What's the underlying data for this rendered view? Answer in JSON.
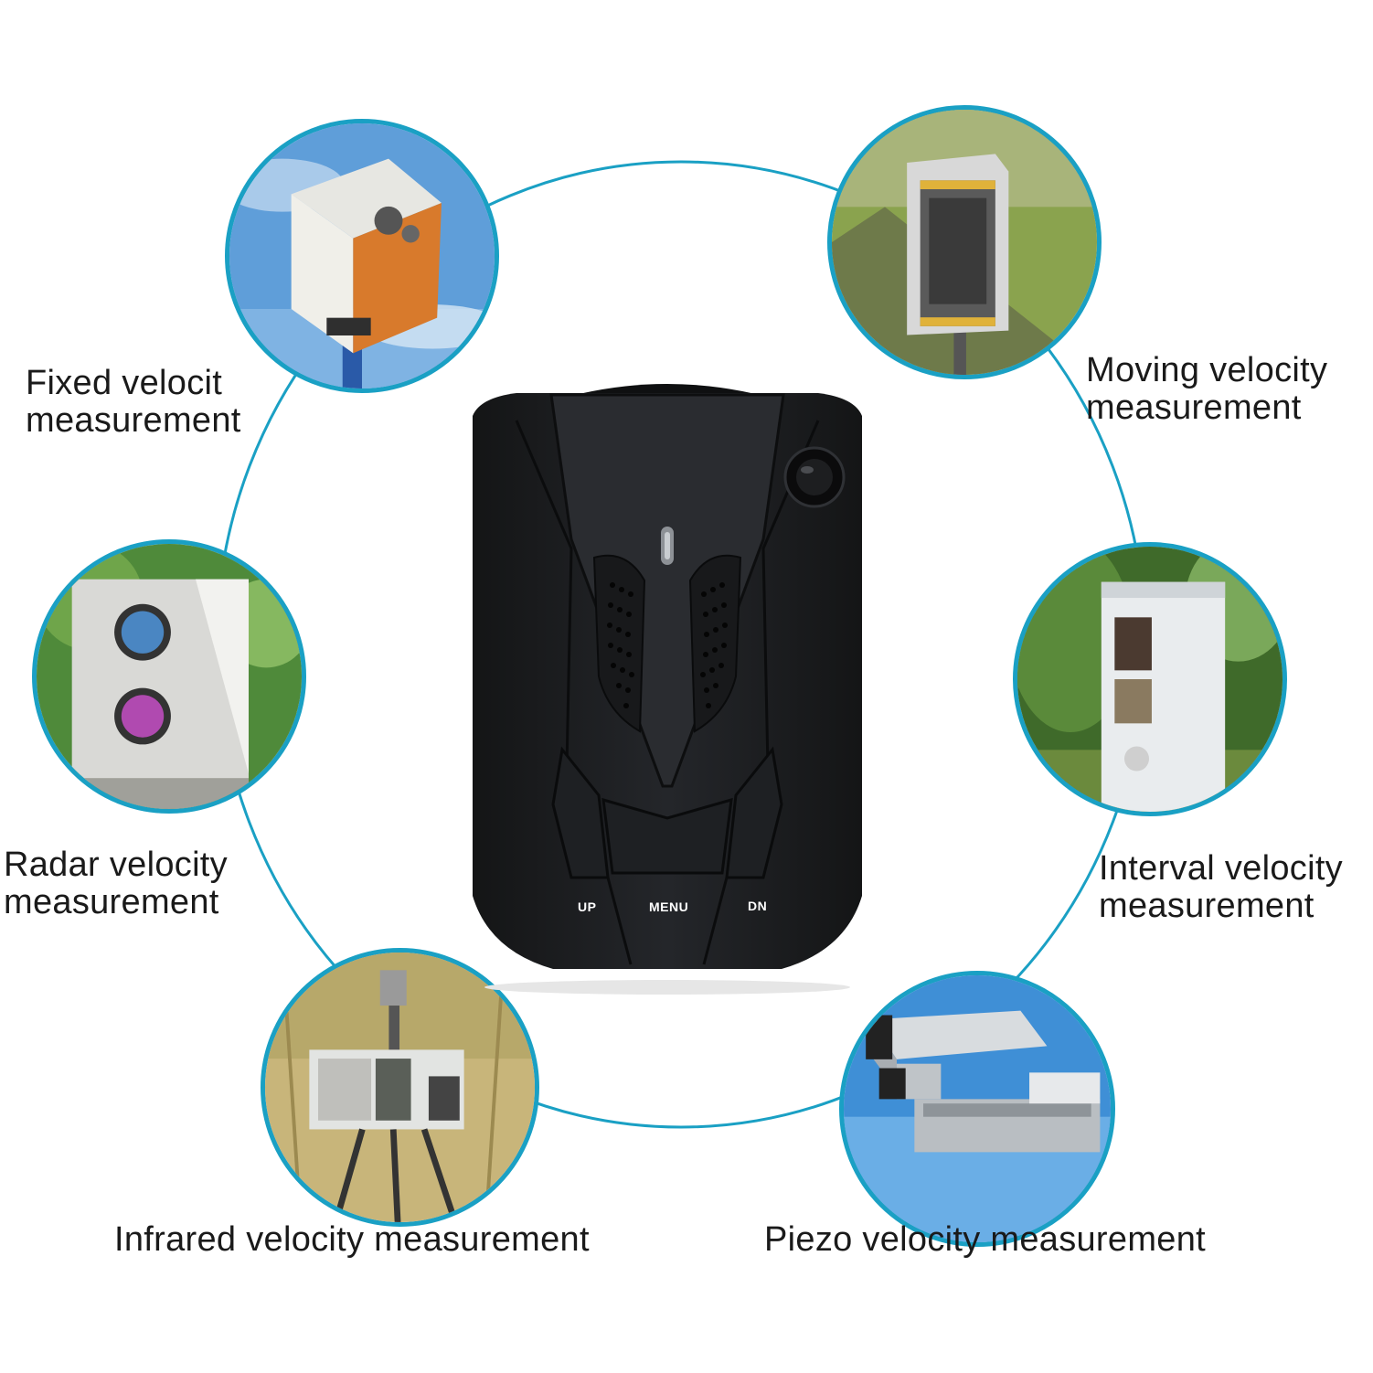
{
  "labels": {
    "fixed": [
      "Fixed velocit",
      "measurement"
    ],
    "moving": [
      "Moving velocity",
      "measurement"
    ],
    "radar": [
      "Radar velocity",
      "measurement"
    ],
    "interval": [
      "Interval velocity",
      "measurement"
    ],
    "infrared": "Infrared velocity measurement",
    "piezo": "Piezo velocity measurement"
  },
  "device": {
    "buttons": {
      "up": "UP",
      "menu": "MENU",
      "dn": "DN"
    }
  },
  "colors": {
    "ring": "#1aa0c4",
    "device_body": "#1c1d1f",
    "text": "#1a1a1a"
  }
}
